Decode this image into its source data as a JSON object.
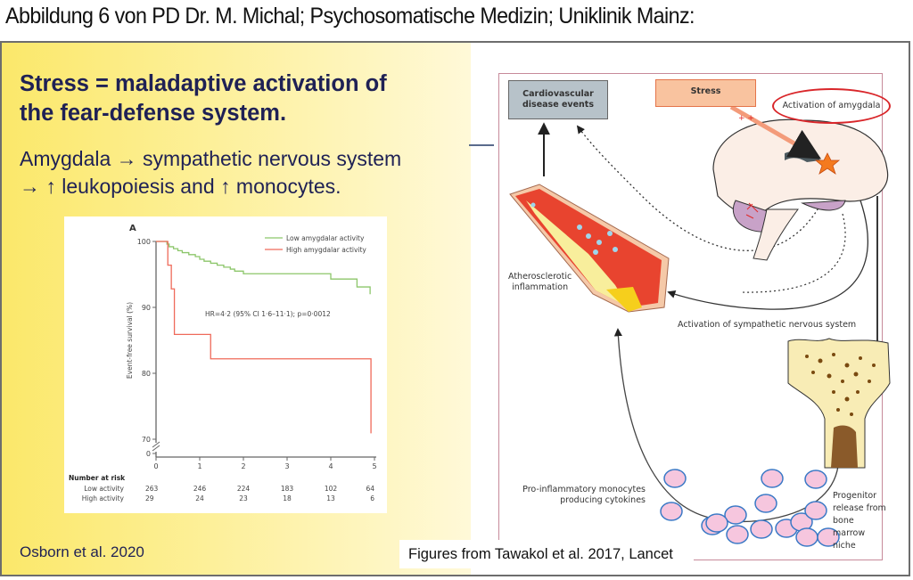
{
  "caption": "Abbildung 6 von PD Dr. M. Michal; Psychosomatische Medizin; Uniklinik Mainz:",
  "left_panel": {
    "title": "Stress = maladaptive activation of\nthe fear-defense system.",
    "subtitle": "Amygdala → sympathetic nervous system\n→ ↑ leukopoiesis and ↑ monocytes.",
    "citation": "Osborn et al. 2020"
  },
  "chart_data": {
    "type": "line",
    "panel_label": "A",
    "title": "",
    "xlabel": "",
    "ylabel": "Event-free survival (%)",
    "xlim": [
      0,
      5
    ],
    "ylim": [
      70,
      100
    ],
    "y_axis_break": true,
    "y_ticks": [
      "100",
      "90",
      "80",
      "70",
      "0"
    ],
    "x_ticks": [
      "0",
      "1",
      "2",
      "3",
      "4",
      "5"
    ],
    "grid": false,
    "legend_position": "top-right",
    "annotation": "HR=4·2 (95% CI 1·6–11·1); p=0·0012",
    "series": [
      {
        "name": "Low amygdalar activity",
        "color": "#8cc66a",
        "step": true,
        "x": [
          0,
          0.25,
          0.3,
          0.4,
          0.5,
          0.6,
          0.75,
          0.9,
          1.0,
          1.1,
          1.25,
          1.4,
          1.55,
          1.7,
          1.8,
          2.0,
          2.5,
          3.0,
          3.5,
          4.0,
          4.6,
          4.9
        ],
        "y": [
          100,
          99.6,
          99.2,
          98.9,
          98.6,
          98.3,
          98.0,
          97.7,
          97.3,
          97.0,
          96.7,
          96.4,
          96.1,
          95.8,
          95.5,
          95.1,
          95.1,
          95.1,
          95.1,
          94.3,
          93.1,
          92.0
        ]
      },
      {
        "name": "High amygdalar activity",
        "color": "#ef6a5a",
        "step": true,
        "x": [
          0,
          0.27,
          0.35,
          0.42,
          1.25,
          4.92
        ],
        "y": [
          100,
          96.4,
          92.8,
          85.9,
          82.2,
          70.9
        ]
      }
    ],
    "number_at_risk": {
      "header": "Number at risk",
      "rows": [
        {
          "label": "Low activity",
          "values": [
            "263",
            "246",
            "224",
            "183",
            "102",
            "64"
          ]
        },
        {
          "label": "High activity",
          "values": [
            "29",
            "24",
            "23",
            "18",
            "13",
            "6"
          ]
        }
      ]
    }
  },
  "diagram": {
    "box_cvd": "Cardiovascular\ndisease events",
    "box_stress": "Stress",
    "amygdala_label": "Activation of amygdala",
    "athero_label": "Atherosclerotic\ninflammation",
    "sympathetic_label": "Activation of sympathetic nervous system",
    "monocytes_label": "Pro-inflammatory monocytes\nproducing cytokines",
    "progenitor_label": "Progenitor\nrelease from\nbone\nmarrow\nniche",
    "citation": "Figures from Tawakol et al. 2017, Lancet"
  }
}
